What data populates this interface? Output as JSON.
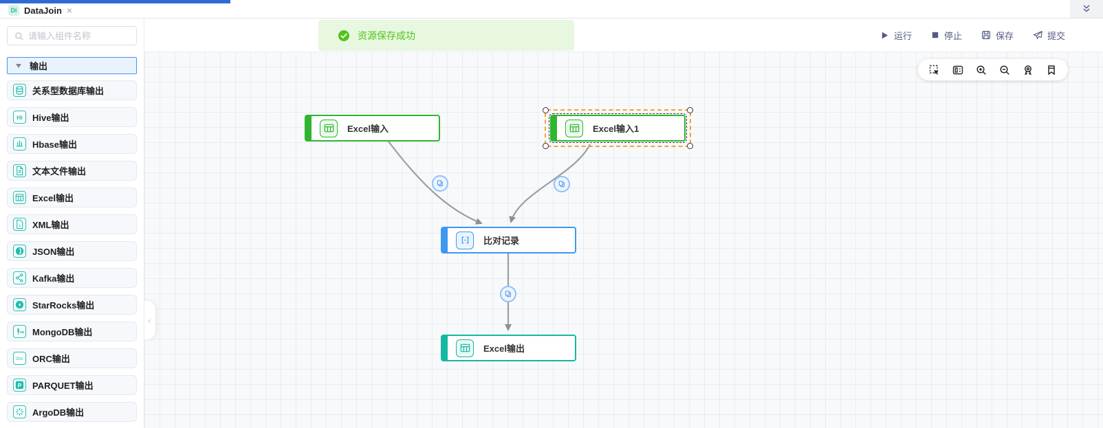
{
  "tab_bar": {
    "active_tab_icon_text": "Di",
    "active_tab_label": "DataJoin",
    "close_label": "×",
    "collapse_icon": "chevron-double-down-icon"
  },
  "sidebar": {
    "search_placeholder": "请输入组件名称",
    "category_label": "输出",
    "collapse_handle_icon": "chevron-left-icon",
    "items": [
      {
        "icon": "database-icon",
        "label": "关系型数据库输出"
      },
      {
        "icon": "hive-icon",
        "icon_text": "Hi",
        "label": "Hive输出"
      },
      {
        "icon": "hbase-icon",
        "label": "Hbase输出"
      },
      {
        "icon": "text-file-icon",
        "label": "文本文件输出"
      },
      {
        "icon": "excel-icon",
        "label": "Excel输出"
      },
      {
        "icon": "xml-file-icon",
        "icon_text": "x",
        "label": "XML输出"
      },
      {
        "icon": "json-icon",
        "label": "JSON输出"
      },
      {
        "icon": "kafka-icon",
        "label": "Kafka输出"
      },
      {
        "icon": "starrocks-icon",
        "label": "StarRocks输出"
      },
      {
        "icon": "mongodb-icon",
        "icon_text": "DB",
        "label": "MongoDB输出"
      },
      {
        "icon": "orc-icon",
        "icon_text": "Orc",
        "label": "ORC输出"
      },
      {
        "icon": "parquet-icon",
        "icon_text": "P",
        "label": "PARQUET输出"
      },
      {
        "icon": "argodb-icon",
        "label": "ArgoDB输出"
      }
    ]
  },
  "actions": {
    "run": "运行",
    "stop": "停止",
    "save": "保存",
    "submit": "提交",
    "icon_color": "#565b85"
  },
  "toast": {
    "icon": "check-circle-icon",
    "message": "资源保存成功",
    "text_color": "#52c41a",
    "background_color": "#e8f7e0"
  },
  "canvas": {
    "tools": [
      "marquee-select-icon",
      "minimap-icon",
      "zoom-in-icon",
      "zoom-out-icon",
      "medal-icon",
      "bookmark-icon"
    ],
    "nodes": [
      {
        "id": "excel-input",
        "label": "Excel输入",
        "color": "#30b530",
        "selected": false
      },
      {
        "id": "excel-input-1",
        "label": "Excel输入1",
        "color": "#30b530",
        "selected": true
      },
      {
        "id": "compare-records",
        "label": "比对记录",
        "color": "#3d97f3",
        "selected": false
      },
      {
        "id": "excel-output",
        "label": "Excel输出",
        "color": "#14b8a0",
        "selected": false
      }
    ],
    "edges": [
      {
        "from": "Excel输入",
        "to": "比对记录",
        "badge_icon": "copy-icon"
      },
      {
        "from": "Excel输入1",
        "to": "比对记录",
        "badge_icon": "copy-icon"
      },
      {
        "from": "比对记录",
        "to": "Excel输出",
        "badge_icon": "copy-icon"
      }
    ],
    "edge_color": "#9a9ea6",
    "selection_color": "#f2a33b"
  }
}
